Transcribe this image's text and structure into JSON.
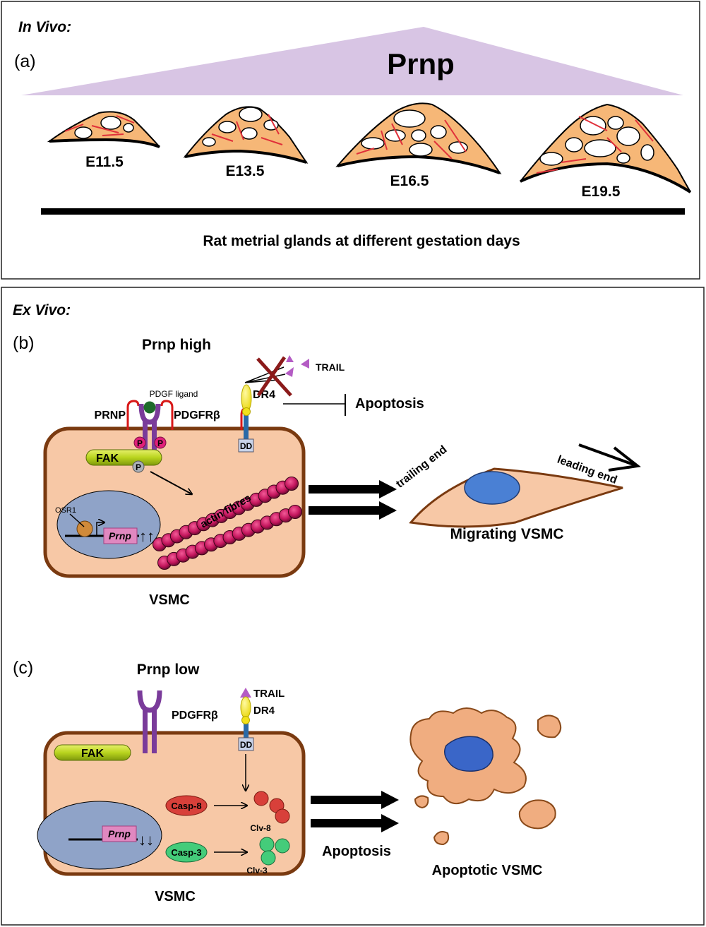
{
  "panel_a": {
    "heading": "In Vivo:",
    "label": "(a)",
    "gene": "Prnp",
    "stages": [
      "E11.5",
      "E13.5",
      "E16.5",
      "E19.5"
    ],
    "caption": "Rat metrial glands at different gestation days"
  },
  "panel_b": {
    "heading": "Ex Vivo:",
    "label": "(b)",
    "title": "Prnp high",
    "pdgf_ligand": "PDGF ligand",
    "prnp": "PRNP",
    "pdgfrb": "PDGFRβ",
    "dr4": "DR4",
    "trail": "TRAIL",
    "apoptosis": "Apoptosis",
    "phospho": "P",
    "fak": "FAK",
    "dd": "DD",
    "osr1": "OSR1",
    "gene": "Prnp",
    "arrows_up": "↑↑",
    "actin": "actin fibres",
    "cell_label": "VSMC",
    "trailing_end": "trailing end",
    "leading_end": "leading end",
    "migrating": "Migrating VSMC"
  },
  "panel_c": {
    "label": "(c)",
    "title": "Prnp low",
    "pdgfrb": "PDGFRβ",
    "trail": "TRAIL",
    "dr4": "DR4",
    "dd": "DD",
    "fak": "FAK",
    "gene": "Prnp",
    "arrows_down": "↓↓",
    "casp8": "Casp-8",
    "casp3": "Casp-3",
    "clv8": "Clv-8",
    "clv3": "Clv-3",
    "apoptosis": "Apoptosis",
    "cell_label": "VSMC",
    "apoptotic": "Apoptotic VSMC"
  },
  "colors": {
    "triangle": "#d8c5e4",
    "gland_fill": "#f6b777",
    "cell_fill": "#f7c8a6",
    "cell_border": "#7a3a10",
    "nucleus": "#8fa3c8",
    "receptor": "#7a3b9a",
    "fak": "#a8c81a",
    "dr4": "#f2e21a",
    "actin": "#c2155c",
    "casp8": "#d8403a",
    "casp3": "#44cc7a",
    "trail": "#b45cc4"
  }
}
